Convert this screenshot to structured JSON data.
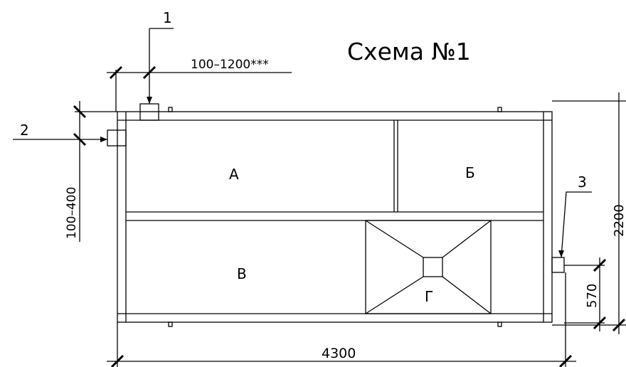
{
  "title": "Схема №1",
  "callouts": {
    "c1": "1",
    "c2": "2",
    "c3": "3"
  },
  "dimensions": {
    "top": "100–1200***",
    "left": "100–400",
    "right_height": "2200",
    "right_small": "570",
    "bottom_width": "4300"
  },
  "sections": {
    "a": "А",
    "b": "Б",
    "v": "В",
    "g": "Г"
  }
}
